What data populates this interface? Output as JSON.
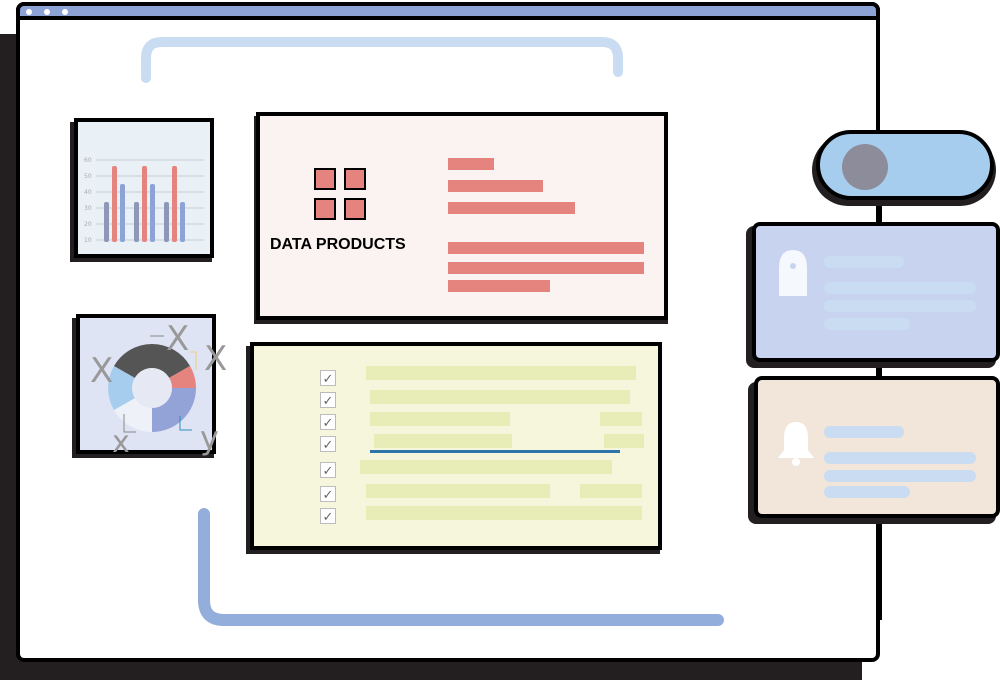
{
  "product_card": {
    "title": "DATA PRODUCTS"
  },
  "mini_chart": {
    "tick_labels": [
      "60",
      "50",
      "40",
      "30",
      "20",
      "10"
    ]
  },
  "donut_card": {
    "labels": [
      "X",
      "X",
      "X",
      "x",
      "y"
    ]
  },
  "checklist": {
    "check_glyph": "✓"
  },
  "colors": {
    "titlebar": "#8da3d6",
    "product_bg": "#faf3f2",
    "product_accent": "#e5847f",
    "checklist_bg": "#f5f6dc",
    "toggle_bg": "#a7cdee",
    "notif1_bg": "#c8d4ef",
    "notif2_bg": "#f2e6da"
  }
}
